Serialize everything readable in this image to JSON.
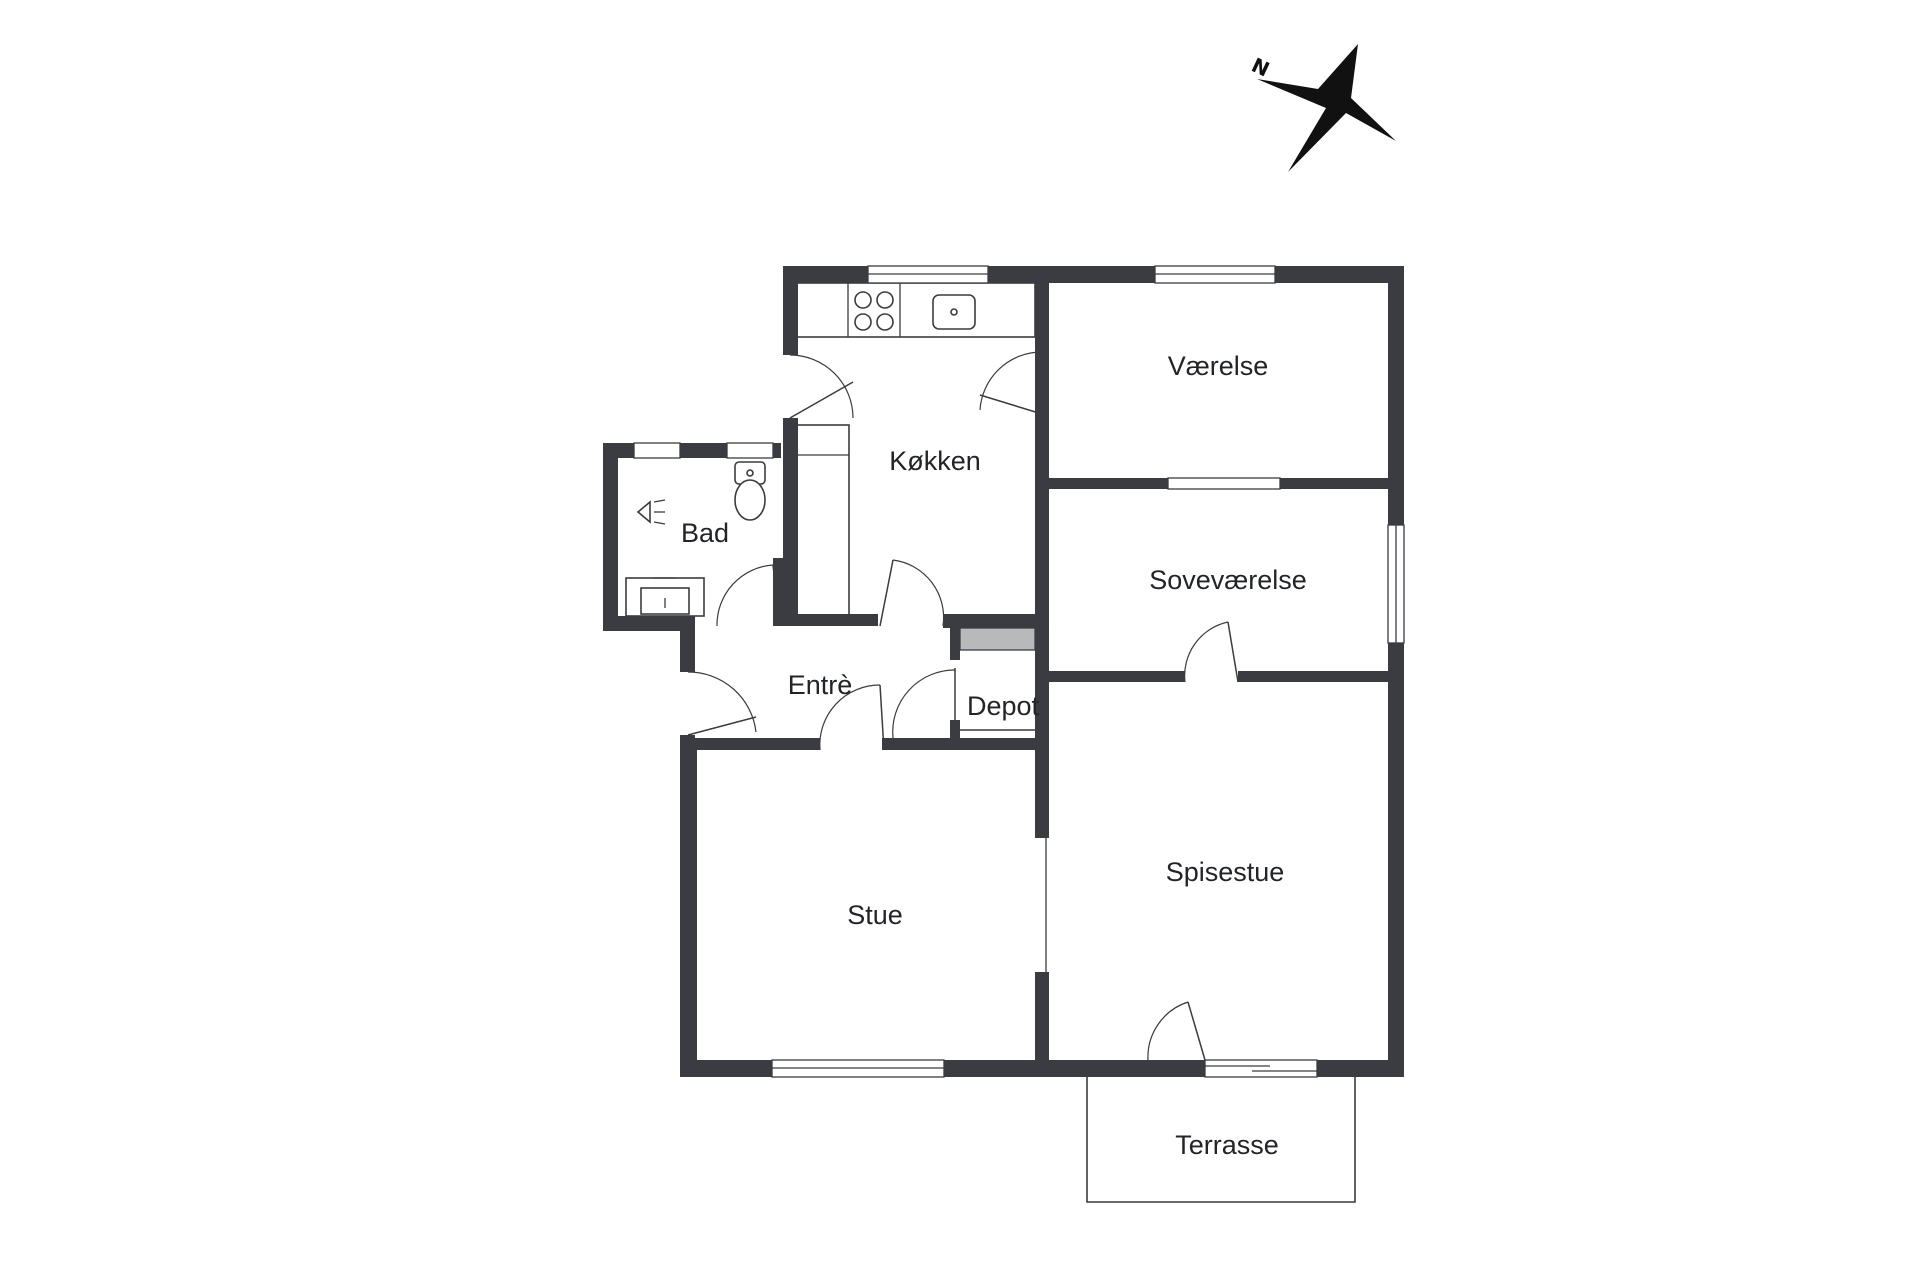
{
  "floorplan": {
    "compass": {
      "label": "N"
    },
    "rooms": {
      "vaerelse": "Værelse",
      "koekken": "Køkken",
      "bad": "Bad",
      "sovevaerelse": "Soveværelse",
      "entre": "Entrè",
      "depot": "Depot",
      "stue": "Stue",
      "spisestue": "Spisestue",
      "terrasse": "Terrasse"
    }
  }
}
